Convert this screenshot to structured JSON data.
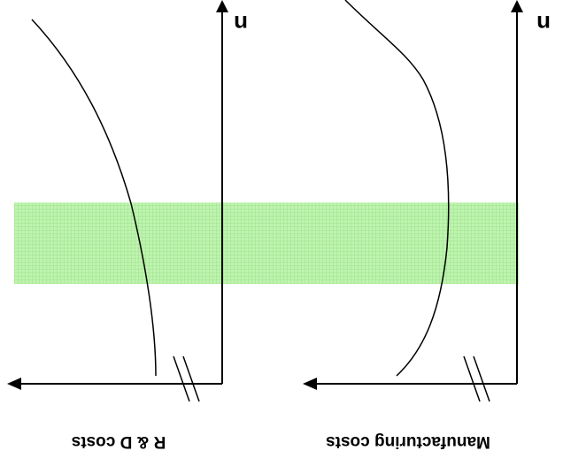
{
  "panels": {
    "left": {
      "axis_label": "R & D costs",
      "axis_letter": "n"
    },
    "right": {
      "axis_label": "Manufacturing costs",
      "axis_letter": "n"
    }
  },
  "colors": {
    "band": "#b6f0a6",
    "band_grid": "#8fdc7c",
    "line": "#000000"
  }
}
